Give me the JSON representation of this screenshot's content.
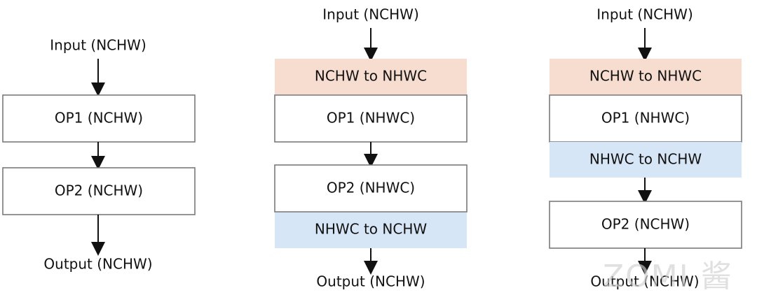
{
  "panels": [
    {
      "input": "Input (NCHW)",
      "op1": "OP1 (NCHW)",
      "op2": "OP2 (NCHW)",
      "output": "Output (NCHW)"
    },
    {
      "input": "Input (NCHW)",
      "convert_in": "NCHW to NHWC",
      "op1": "OP1 (NHWC)",
      "op2": "OP2 (NHWC)",
      "convert_out": "NHWC to NCHW",
      "output": "Output (NCHW)"
    },
    {
      "input": "Input (NCHW)",
      "convert_in": "NCHW to NHWC",
      "op1": "OP1 (NHWC)",
      "convert_mid": "NHWC to NCHW",
      "op2": "OP2 (NCHW)",
      "output": "Output (NCHW)"
    }
  ],
  "colors": {
    "convert_to_nhwc": "#f7ddd0",
    "convert_to_nchw": "#d7e6f7"
  },
  "watermark": "ZOMI 酱"
}
